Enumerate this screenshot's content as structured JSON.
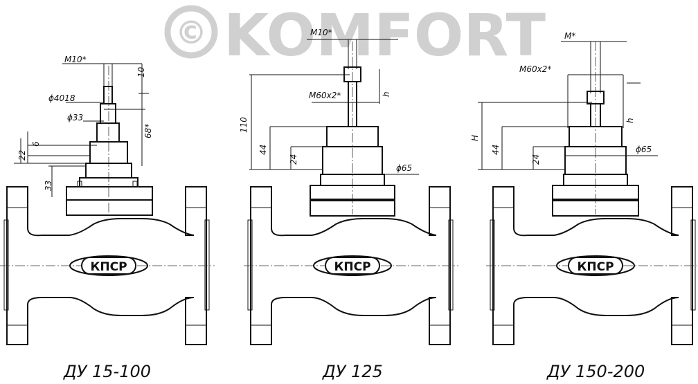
{
  "watermark": {
    "brand": "KOMFORT",
    "symbol": "©"
  },
  "logo": {
    "text": "КПСР"
  },
  "captions": [
    "ДУ 15-100",
    "ДУ 125",
    "ДУ 150-200"
  ],
  "dims": {
    "d1": {
      "thread": "M10*",
      "top": "10",
      "dia40": "ϕ4018",
      "dia33": "ϕ33",
      "h68": "68*",
      "v22": "22",
      "v6": "6",
      "v33": "33"
    },
    "d2": {
      "thread": "M10*",
      "height": "110",
      "thread2": "M60x2*",
      "v44": "44",
      "v24": "24",
      "dia65": "ϕ65",
      "small": "h"
    },
    "d3": {
      "thread": "M*",
      "thread2": "M60x2*",
      "height": "H",
      "v44": "44",
      "v24": "24",
      "dia65": "ϕ65",
      "small": "h"
    }
  },
  "colors": {
    "ink": "#111111",
    "watermark": "#c8c8c8"
  }
}
